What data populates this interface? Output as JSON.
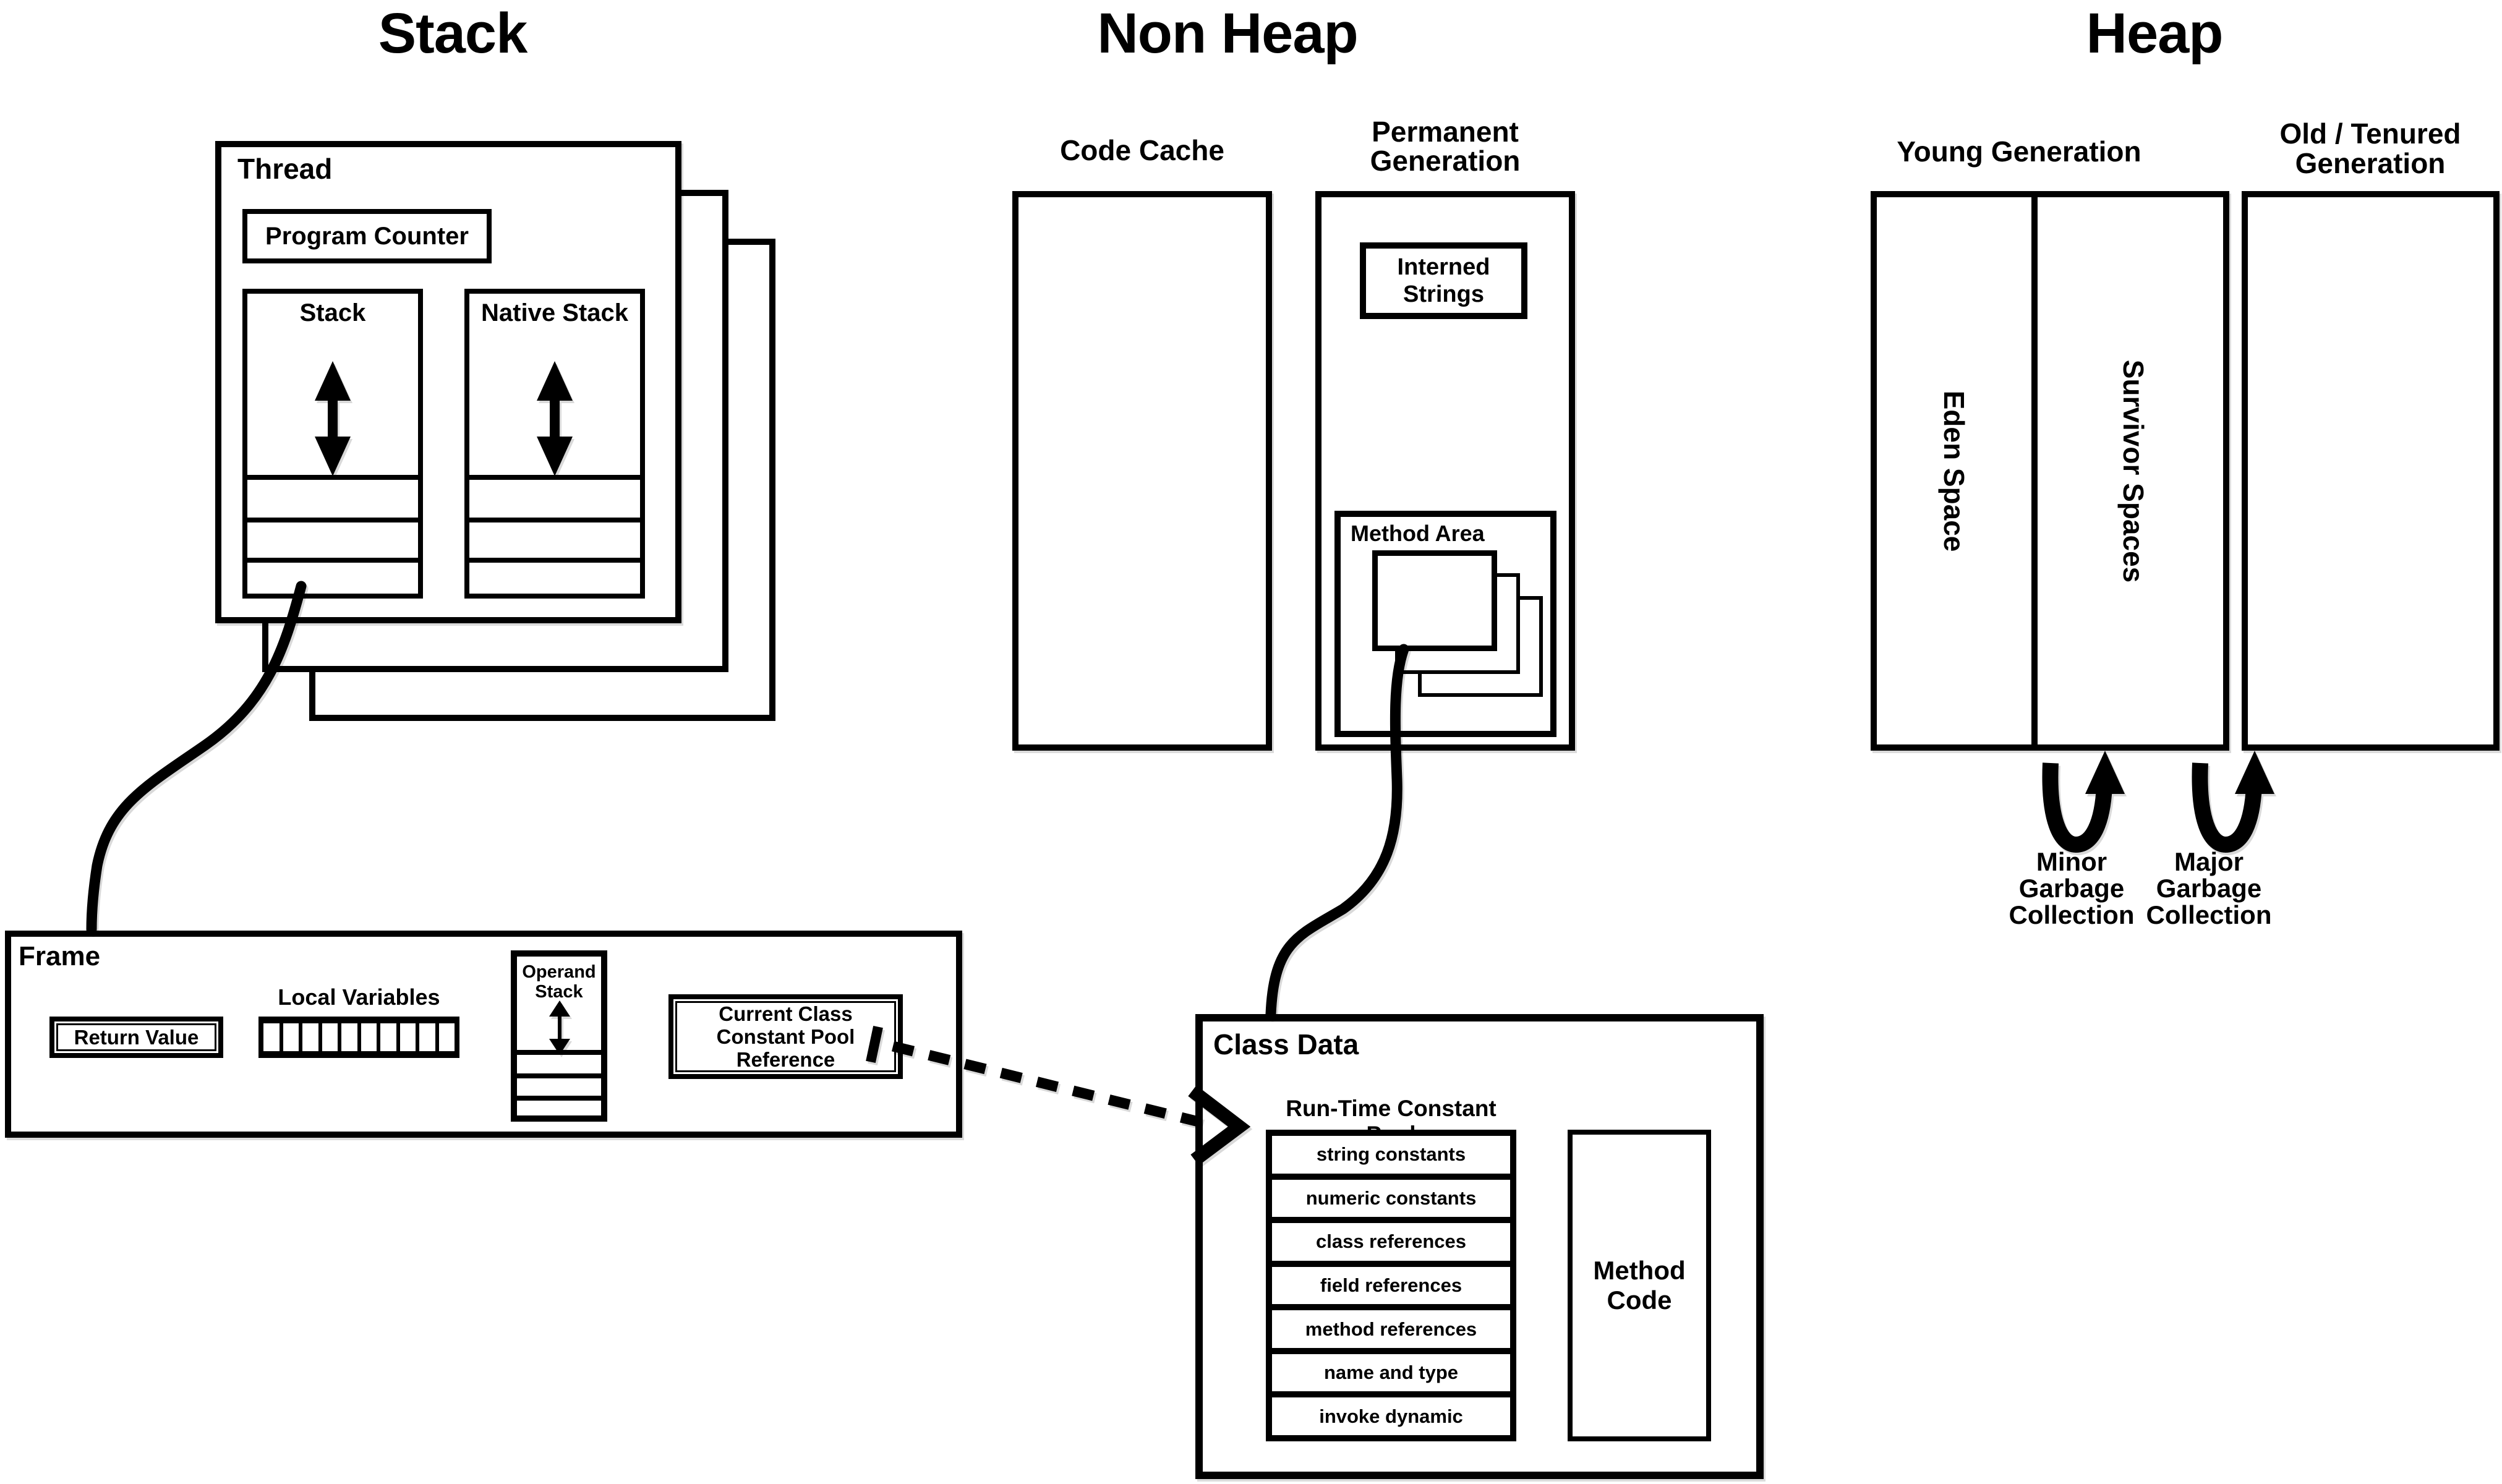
{
  "titles": {
    "stack": "Stack",
    "non_heap": "Non Heap",
    "heap": "Heap"
  },
  "thread": {
    "label": "Thread",
    "program_counter": "Program Counter",
    "stack_label": "Stack",
    "native_stack_label": "Native Stack"
  },
  "frame": {
    "label": "Frame",
    "return_value": "Return Value",
    "local_variables": "Local Variables",
    "operand_stack": "Operand\nStack",
    "constant_pool_ref": "Current Class\nConstant Pool\nReference"
  },
  "non_heap": {
    "code_cache": "Code Cache",
    "permanent_generation": "Permanent\nGeneration",
    "interned_strings": "Interned\nStrings",
    "method_area": "Method Area"
  },
  "class_data": {
    "label": "Class Data",
    "runtime_constant_pool": "Run-Time Constant Pool",
    "pool_rows": [
      "string constants",
      "numeric constants",
      "class references",
      "field references",
      "method references",
      "name and type",
      "invoke dynamic"
    ],
    "method_code": "Method\nCode"
  },
  "heap": {
    "young_generation": "Young Generation",
    "old_generation": "Old / Tenured\nGeneration",
    "eden_space": "Eden Space",
    "survivor_spaces": "Survivor Spaces",
    "minor_gc": "Minor\nGarbage\nCollection",
    "major_gc": "Major\nGarbage\nCollection"
  },
  "colors": {
    "ink": "#000000",
    "paper": "#ffffff"
  }
}
